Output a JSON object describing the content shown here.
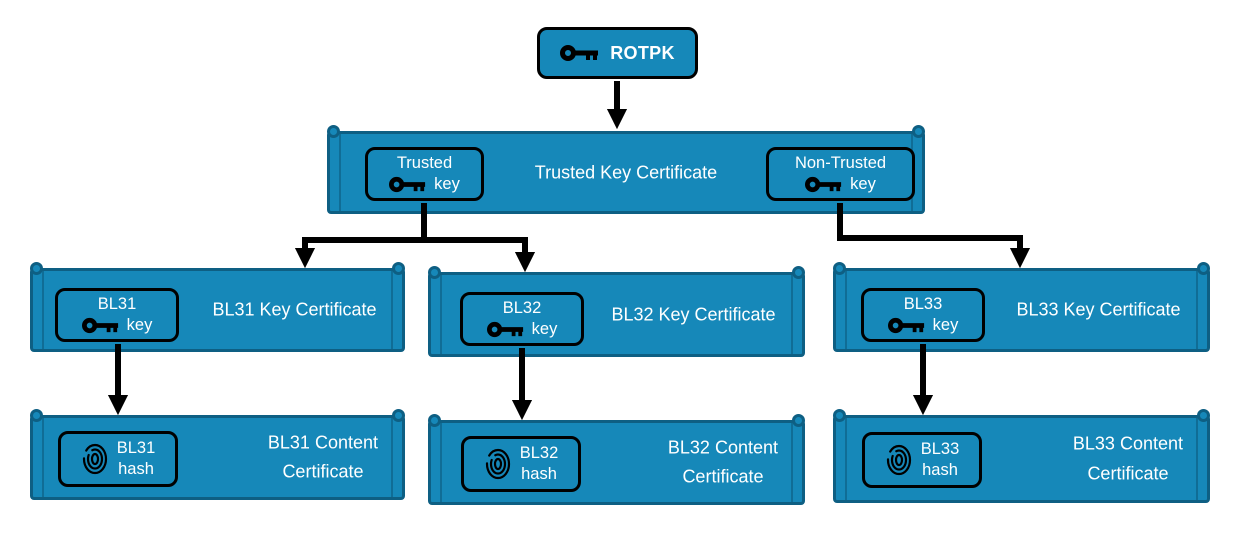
{
  "colors": {
    "fill": "#1688b9",
    "border": "#0e5f83",
    "badge_border": "#000000",
    "arrow": "#000000",
    "text": "#ffffff",
    "background": "#ffffff"
  },
  "rotpk": {
    "label": "ROTPK",
    "icon": "key-icon"
  },
  "trusted_cert": {
    "title": "Trusted Key Certificate",
    "trusted_badge": {
      "line1": "Trusted",
      "line2": "key",
      "icon": "key-icon"
    },
    "non_trusted_badge": {
      "line1": "Non-Trusted",
      "line2": "key",
      "icon": "key-icon"
    }
  },
  "key_certs": [
    {
      "badge": {
        "line1": "BL31",
        "line2": "key",
        "icon": "key-icon"
      },
      "title": "BL31 Key Certificate"
    },
    {
      "badge": {
        "line1": "BL32",
        "line2": "key",
        "icon": "key-icon"
      },
      "title": "BL32 Key Certificate"
    },
    {
      "badge": {
        "line1": "BL33",
        "line2": "key",
        "icon": "key-icon"
      },
      "title": "BL33 Key Certificate"
    }
  ],
  "content_certs": [
    {
      "badge": {
        "line1": "BL31",
        "line2": "hash",
        "icon": "fingerprint-icon"
      },
      "title_line1": "BL31 Content",
      "title_line2": "Certificate"
    },
    {
      "badge": {
        "line1": "BL32",
        "line2": "hash",
        "icon": "fingerprint-icon"
      },
      "title_line1": "BL32 Content",
      "title_line2": "Certificate"
    },
    {
      "badge": {
        "line1": "BL33",
        "line2": "hash",
        "icon": "fingerprint-icon"
      },
      "title_line1": "BL33 Content",
      "title_line2": "Certificate"
    }
  ]
}
